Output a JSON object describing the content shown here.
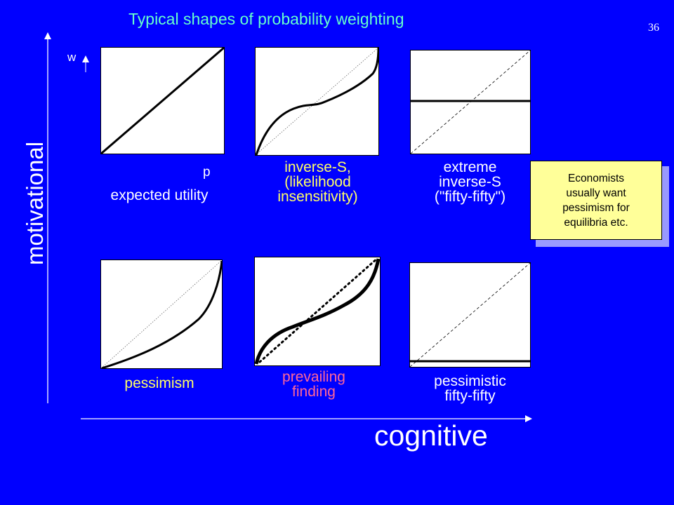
{
  "title": "Typical shapes of probability weighting",
  "slide_number": "36",
  "axes": {
    "y_label": "motivational",
    "x_label": "cognitive",
    "w_label": "w",
    "p_label": "p"
  },
  "panels": [
    {
      "id": "expected-utility",
      "caption": [
        "expected utility"
      ],
      "caption_color": "#ffffff"
    },
    {
      "id": "inverse-s",
      "caption": [
        "inverse-S,",
        "(likelihood",
        "insensitivity)"
      ],
      "caption_color": "#ffff66"
    },
    {
      "id": "extreme-inverse-s",
      "caption": [
        "extreme",
        "inverse-S",
        "(\"fifty-fifty\")"
      ],
      "caption_color": "#ffffff"
    },
    {
      "id": "pessimism",
      "caption": [
        "pessimism"
      ],
      "caption_color": "#ffff66"
    },
    {
      "id": "prevailing-finding",
      "caption": [
        "prevailing",
        "finding"
      ],
      "caption_color": "#ff6699"
    },
    {
      "id": "pessimistic-fifty-fifty",
      "caption": [
        "pessimistic",
        "fifty-fifty"
      ],
      "caption_color": "#ffffff"
    }
  ],
  "callout": {
    "lines": [
      "Economists",
      "usually want",
      "pessimism for",
      "equilibria etc."
    ]
  },
  "colors": {
    "background": "#0000ff",
    "title": "#66ffcc",
    "callout_fill": "#ffff99"
  }
}
